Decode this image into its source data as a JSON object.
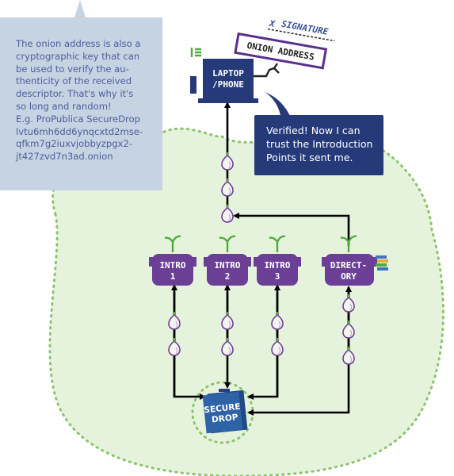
{
  "info_box": {
    "lines": [
      "The onion address is also a",
      "cryptographic key that can",
      "be used to verify the au-",
      "thenticity of the received",
      "descriptor. That's why it's",
      "so long and random!",
      "E.g. ProPublica SecureDrop",
      "lvtu6mh6dd6ynqcxtd2mse-",
      "qfkm7g2iuxvjobbyzpgx2-",
      "jt427zvd7n3ad.onion"
    ]
  },
  "speech_bubble": {
    "lines": [
      "Verified! Now I can",
      "trust the Introduction",
      "Points it sent me."
    ]
  },
  "client": {
    "label_line1": "LAPTOP",
    "label_line2": "/PHONE"
  },
  "onion_address_card": {
    "label": "ONION ADDRESS",
    "signature_mark": "X",
    "signature_label": "SIGNATURE"
  },
  "nodes": [
    {
      "id": "intro-1",
      "line1": "INTRO",
      "line2": "1"
    },
    {
      "id": "intro-2",
      "line1": "INTRO",
      "line2": "2"
    },
    {
      "id": "intro-3",
      "line1": "INTRO",
      "line2": "3"
    },
    {
      "id": "directory",
      "line1": "DIRECT-",
      "line2": "ORY"
    }
  ],
  "service": {
    "line1": "SECURE",
    "line2": "DROP"
  },
  "colors": {
    "cloud_fill": "#e6f3dc",
    "cloud_dots": "#8cc46e",
    "node_purple": "#6c3f96",
    "onion_white": "#f4f4ee",
    "onion_purple": "#6c3f96",
    "sprout_green": "#4faa3c",
    "laptop_navy": "#263a7a",
    "speech_navy": "#263a7a",
    "info_bg": "#c5d3e2",
    "info_text": "#4e5d9e",
    "securedrop_blue": "#2f63a8"
  }
}
